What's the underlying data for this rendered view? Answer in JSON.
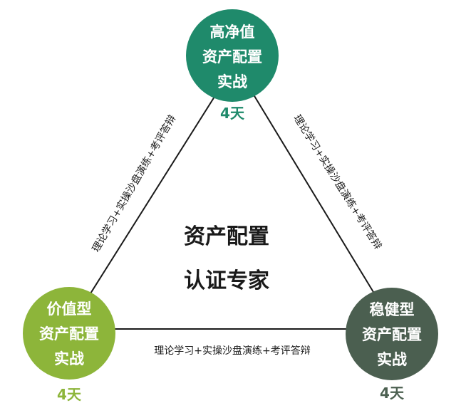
{
  "colors": {
    "top_node": "#1f8a6b",
    "left_node": "#8db53a",
    "right_node": "#4b5f50",
    "edge_line": "#1a1a1a"
  },
  "center": {
    "line1": "资产配置",
    "line2": "认证专家"
  },
  "nodes": {
    "top": {
      "line1": "高净值",
      "line2": "资产配置",
      "line3": "实战",
      "duration": "4天"
    },
    "left": {
      "line1": "价值型",
      "line2": "资产配置",
      "line3": "实战",
      "duration": "4天"
    },
    "right": {
      "line1": "稳健型",
      "line2": "资产配置",
      "line3": "实战",
      "duration": "4天"
    }
  },
  "edges": {
    "left_label": "理论学习+实操沙盘演练+考评答辩",
    "right_label": "理论学习+实操沙盘演练+考评答辩",
    "bottom_label": "理论学习+实操沙盘演练+考评答辩"
  }
}
